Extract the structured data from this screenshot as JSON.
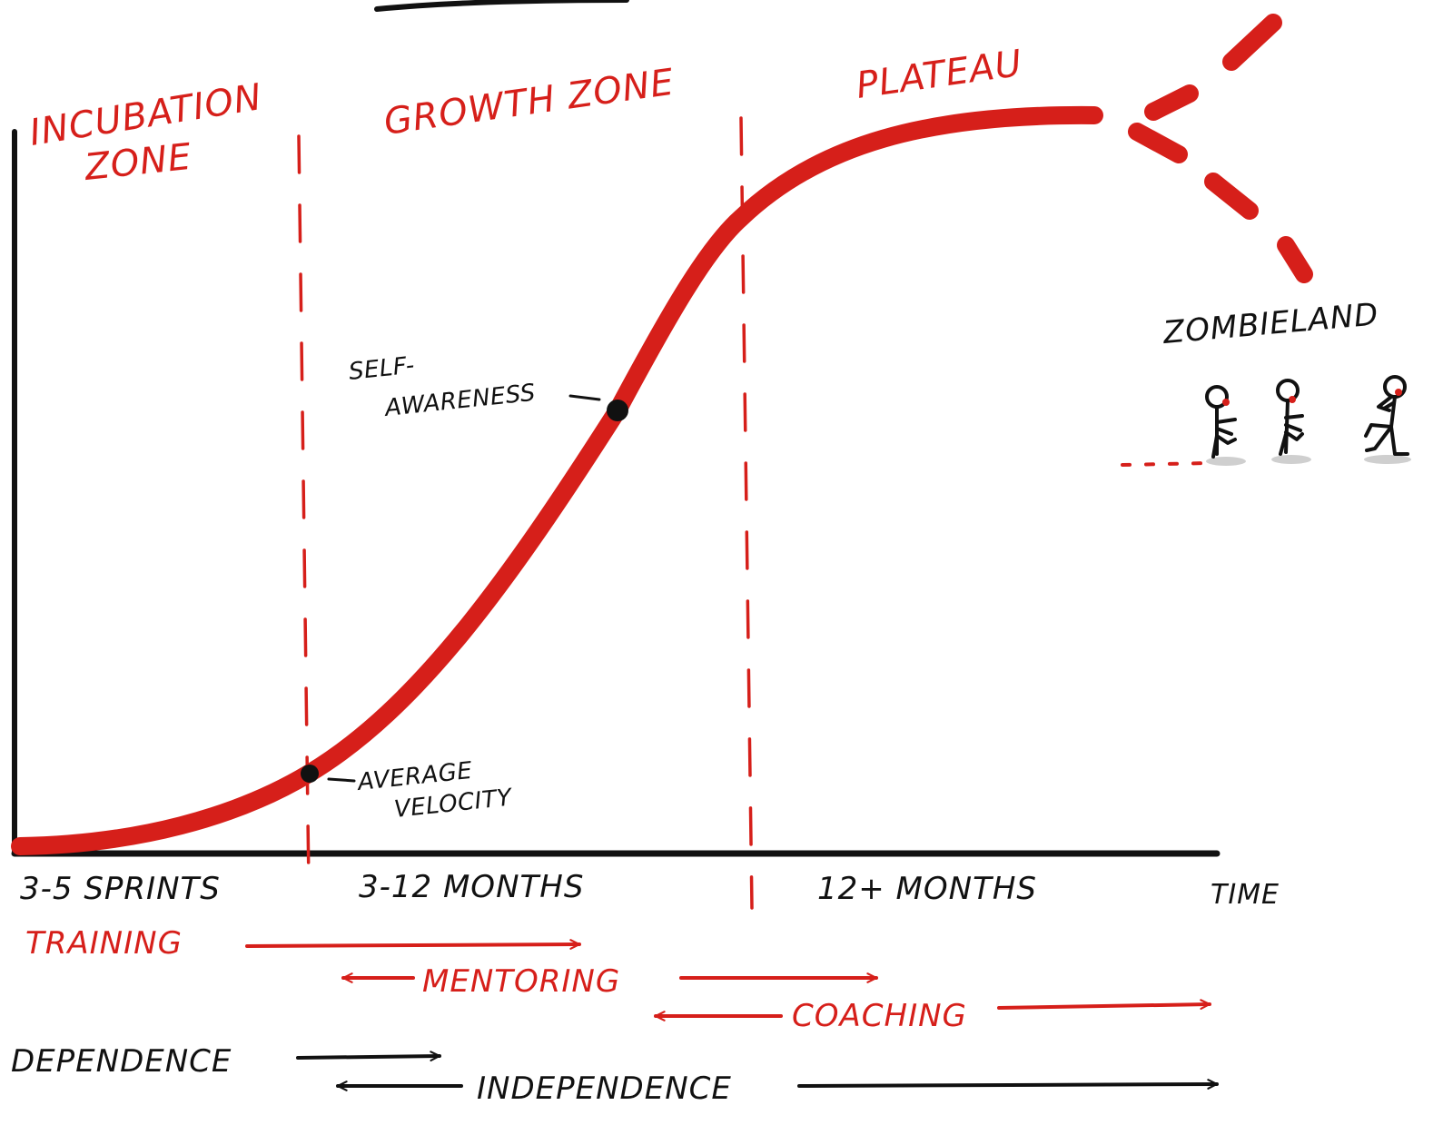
{
  "zones": {
    "incubation_line1": "INCUBATION",
    "incubation_line2": "ZONE",
    "growth": "GROWTH ZONE",
    "plateau": "PLATEAU",
    "zombieland": "ZOMBIELAND"
  },
  "time_axis": {
    "segment_1": "3-5 SPRINTS",
    "segment_2": "3-12 MONTHS",
    "segment_3": "12+ MONTHS",
    "axis_label": "TIME"
  },
  "annotations": {
    "self_awareness_line1": "SELF-",
    "self_awareness_line2": "AWARENESS",
    "average_velocity_line1": "AVERAGE",
    "average_velocity_line2": "VELOCITY"
  },
  "support_modes": {
    "training": "TRAINING",
    "mentoring": "MENTORING",
    "coaching": "COACHING"
  },
  "autonomy": {
    "dependence": "DEPENDENCE",
    "independence": "INDEPENDENCE"
  },
  "colors": {
    "accent_red": "#d61f1a",
    "ink_black": "#111111",
    "background": "#ffffff"
  }
}
